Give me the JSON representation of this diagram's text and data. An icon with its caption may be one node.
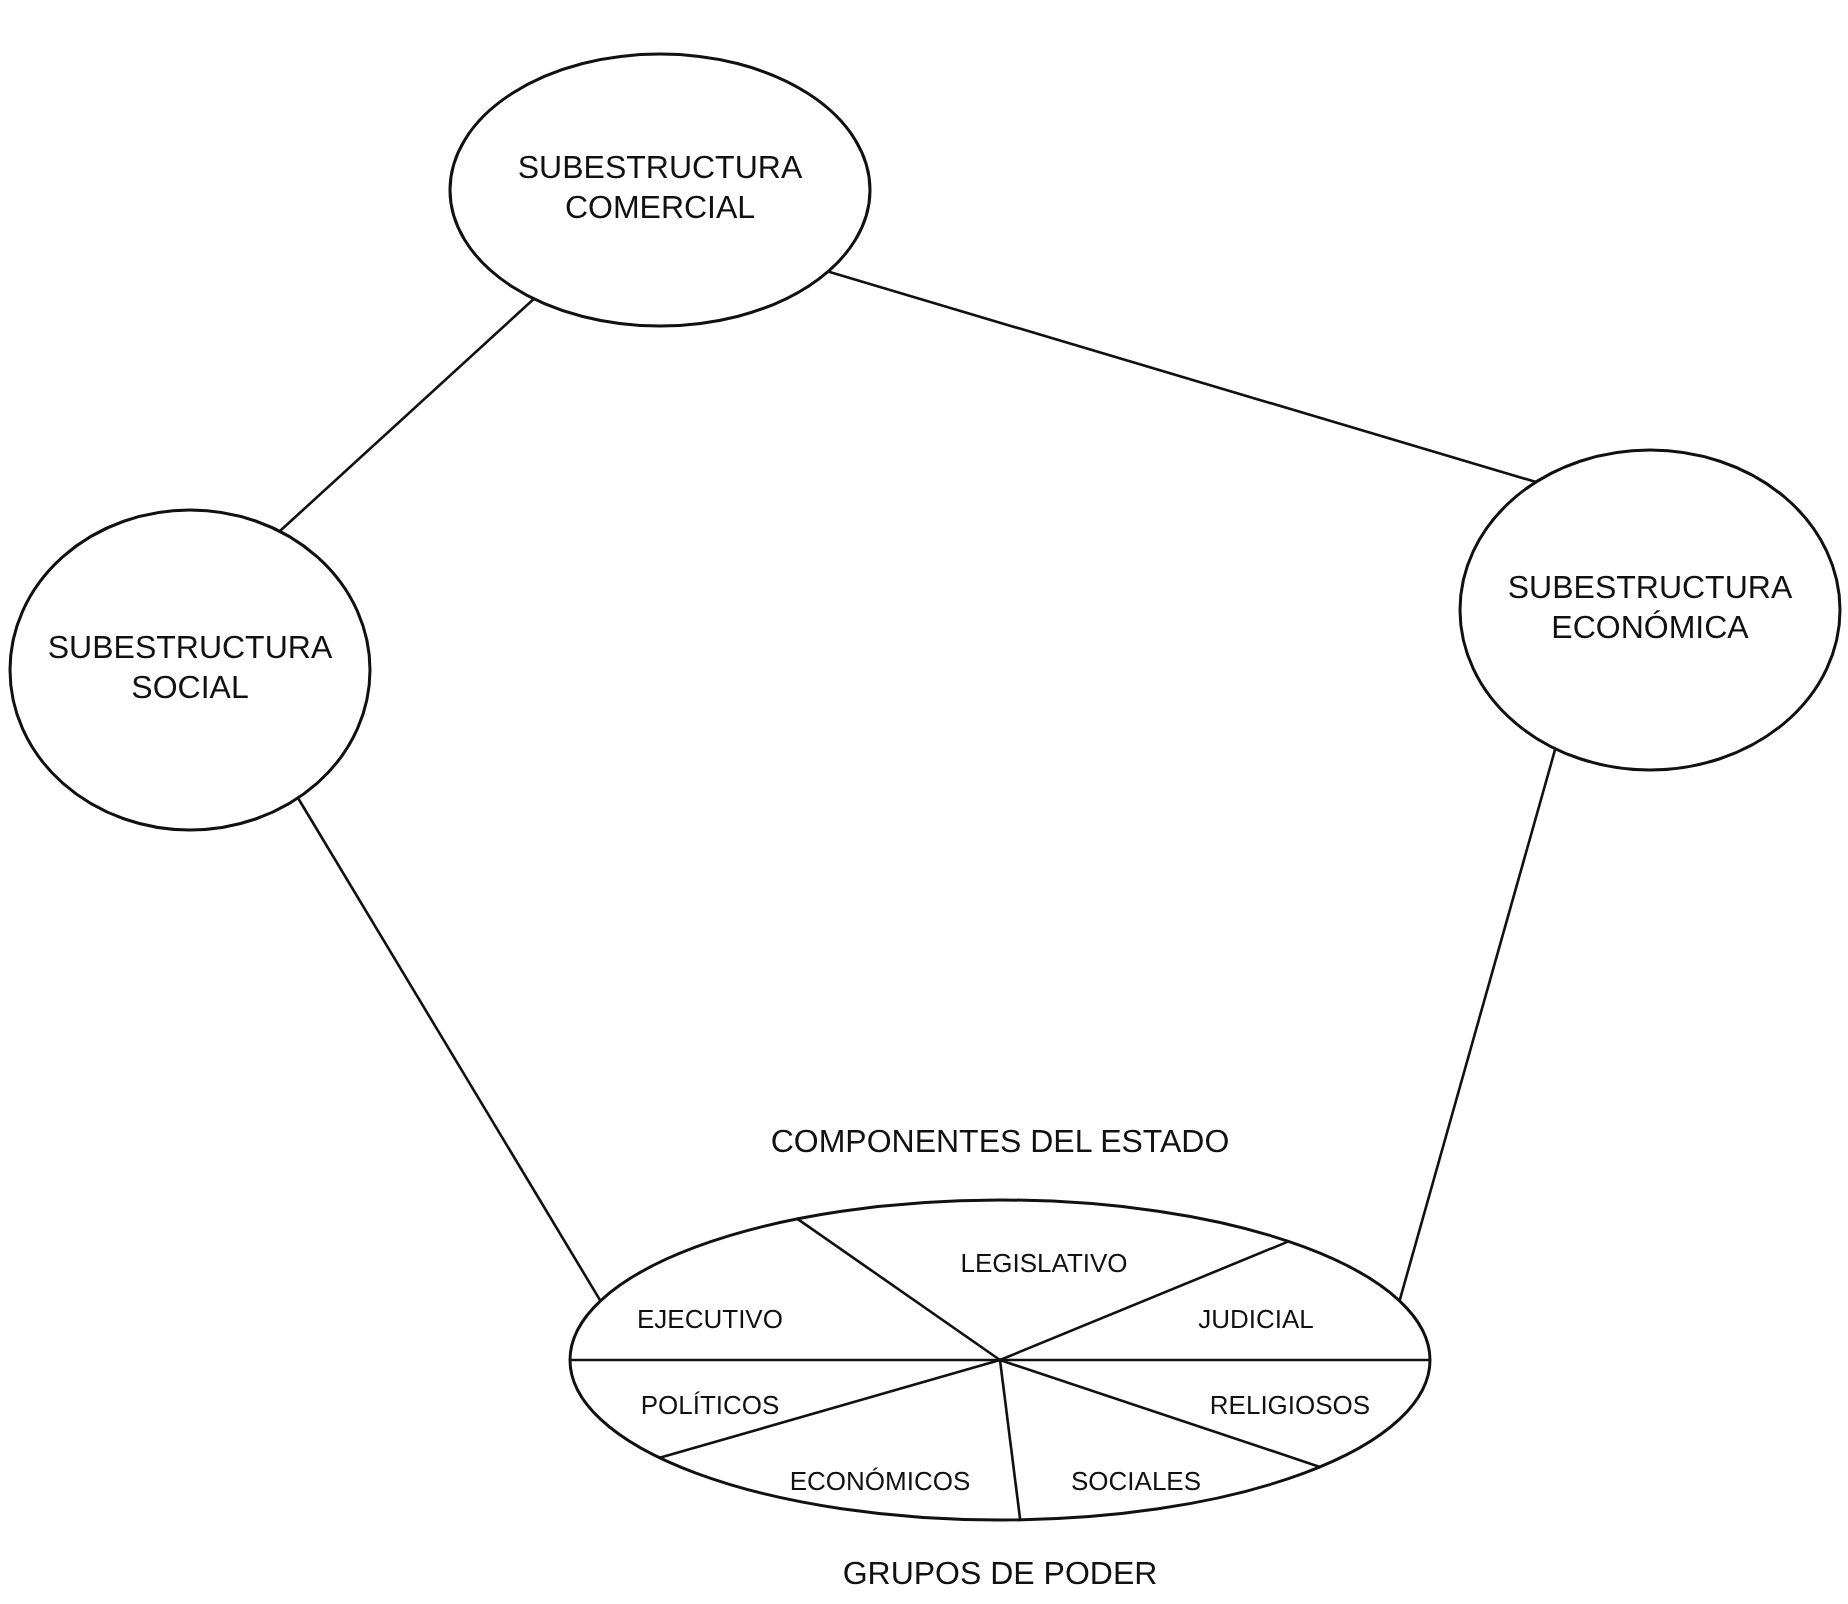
{
  "diagram": {
    "nodes": [
      {
        "text": [
          "SUBESTRUCTURA COMERCIAL"
        ]
      },
      {
        "text": [
          "SUBESTRUCTURA SOCIAL"
        ]
      },
      {
        "text": [
          "SUBESTRUCTURA ECONÓMICA"
        ]
      },
      {
        "text": [
          "COMPONENTES DEL ESTADO",
          "GRUPOS DE PODER"
        ]
      },
      {
        "text": [
          "LEGISLATIVO"
        ],
        "in": 3
      },
      {
        "text": [
          "EJECUTIVO"
        ],
        "in": 3
      },
      {
        "text": [
          "JUDICIAL"
        ],
        "in": 3
      },
      {
        "text": [
          "POLÍTICOS"
        ],
        "in": 3
      },
      {
        "text": [
          "RELIGIOSOS"
        ],
        "in": 3
      },
      {
        "text": [
          "ECONÓMICOS"
        ],
        "in": 3
      },
      {
        "text": [
          "SOCIALES"
        ],
        "in": 3
      }
    ],
    "edges": [
      {
        "from": 0,
        "to": 1,
        "arrow": "none"
      },
      {
        "from": 0,
        "to": 2,
        "arrow": "none"
      },
      {
        "from": 1,
        "to": 3,
        "arrow": "none"
      },
      {
        "from": 2,
        "to": 3,
        "arrow": "none"
      }
    ]
  }
}
